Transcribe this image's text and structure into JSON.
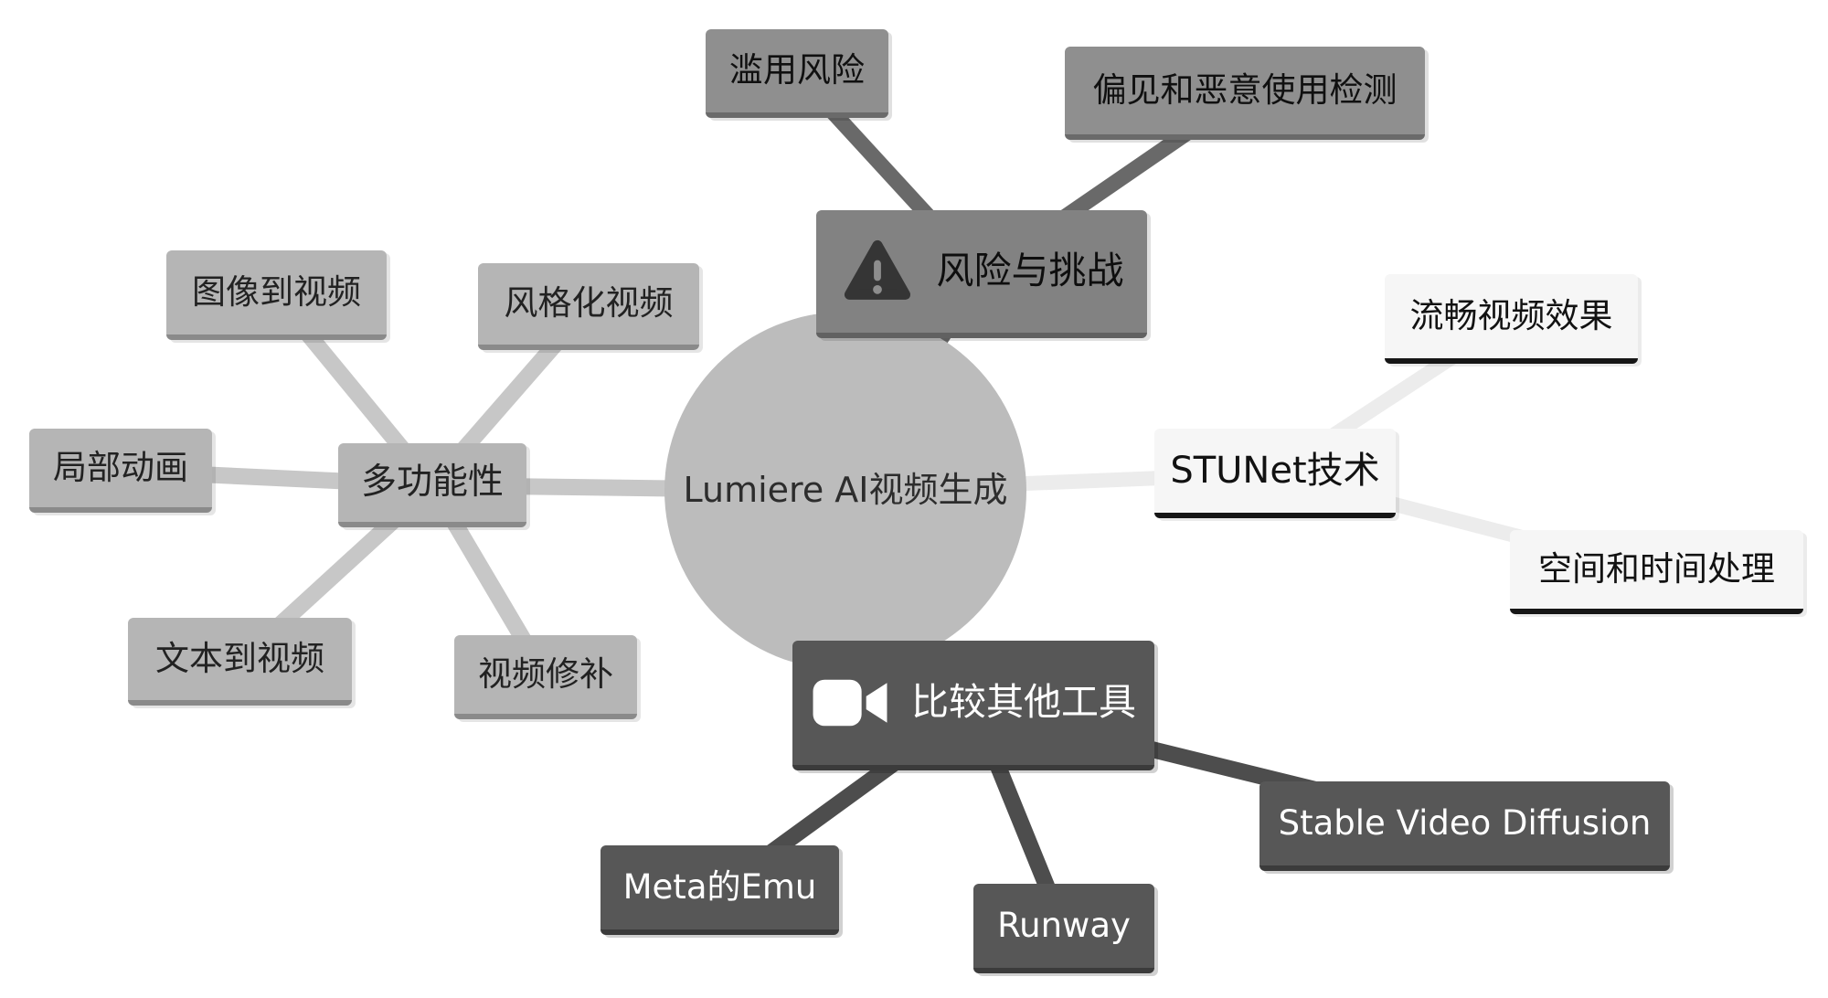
{
  "diagram": {
    "type": "mind-map",
    "center": {
      "label": "Lumiere AI视频生成",
      "color": "#bcbcbc"
    },
    "branches": {
      "risks": {
        "label": "风险与挑战",
        "icon": "warning-icon",
        "color": "#828282",
        "line_color": "#696969",
        "children": {
          "abuse": {
            "label": "滥用风险"
          },
          "bias_detection": {
            "label": "偏见和恶意使用检测"
          }
        }
      },
      "versatility": {
        "label": "多功能性",
        "color": "#b5b5b5",
        "line_color": "#c7c7c7",
        "children": {
          "image_to_video": {
            "label": "图像到视频"
          },
          "stylized_video": {
            "label": "风格化视频"
          },
          "local_animation": {
            "label": "局部动画"
          },
          "text_to_video": {
            "label": "文本到视频"
          },
          "video_inpainting": {
            "label": "视频修补"
          }
        }
      },
      "stunet": {
        "label": "STUNet技术",
        "color": "#f6f6f6",
        "line_color": "#ececec",
        "children": {
          "smooth_video": {
            "label": "流畅视频效果"
          },
          "space_time": {
            "label": "空间和时间处理"
          }
        }
      },
      "compare": {
        "label": "比较其他工具",
        "icon": "video-camera-icon",
        "color": "#575757",
        "line_color": "#4d4d4d",
        "children": {
          "meta_emu": {
            "label": "Meta的Emu"
          },
          "runway": {
            "label": "Runway"
          },
          "stable_video_diffusion": {
            "label": "Stable Video Diffusion"
          }
        }
      }
    }
  }
}
